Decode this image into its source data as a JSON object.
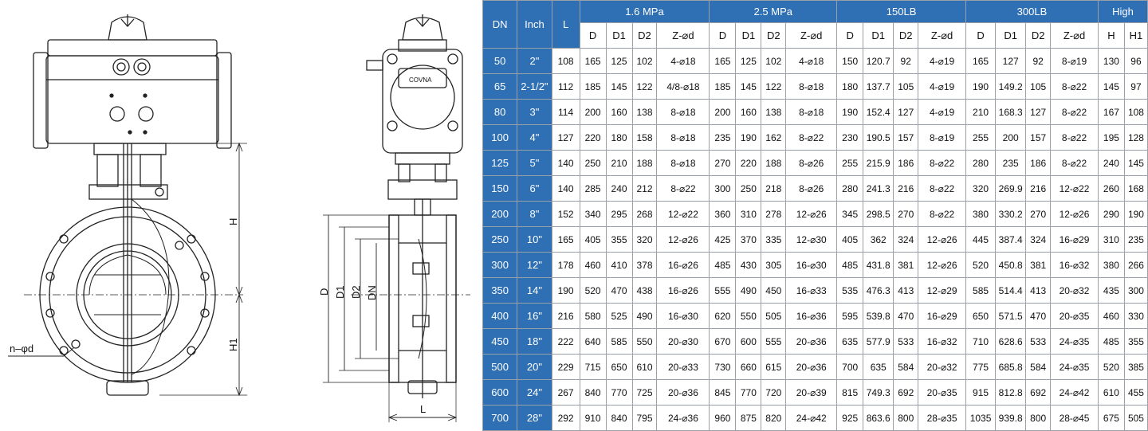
{
  "drawing_labels": {
    "front": {
      "H": "H",
      "H1": "H1",
      "holes": "n–φd"
    },
    "side": {
      "D": "D",
      "D1": "D1",
      "D2": "D2",
      "DN": "DN",
      "L": "L",
      "brand": "COVNA"
    }
  },
  "colors": {
    "header_blue": "#2f6fb4",
    "grid": "#9aa0a8",
    "line": "#222222"
  },
  "table": {
    "header_top": {
      "dn": "DN",
      "inch": "Inch",
      "l": "L",
      "g1": "1.6 MPa",
      "g2": "2.5 MPa",
      "g3": "150LB",
      "g4": "300LB",
      "g5": "High"
    },
    "subheaders": [
      "D",
      "D1",
      "D2",
      "Z-⌀d",
      "D",
      "D1",
      "D2",
      "Z-⌀d",
      "D",
      "D1",
      "D2",
      "Z-⌀d",
      "D",
      "D1",
      "D2",
      "Z-⌀d",
      "H",
      "H1"
    ],
    "rows": [
      [
        "50",
        "2\"",
        "108",
        "165",
        "125",
        "102",
        "4-⌀18",
        "165",
        "125",
        "102",
        "4-⌀18",
        "150",
        "120.7",
        "92",
        "4-⌀19",
        "165",
        "127",
        "92",
        "8-⌀19",
        "130",
        "96"
      ],
      [
        "65",
        "2-1/2\"",
        "112",
        "185",
        "145",
        "122",
        "4/8-⌀18",
        "185",
        "145",
        "122",
        "8-⌀18",
        "180",
        "137.7",
        "105",
        "4-⌀19",
        "190",
        "149.2",
        "105",
        "8-⌀22",
        "145",
        "97"
      ],
      [
        "80",
        "3\"",
        "114",
        "200",
        "160",
        "138",
        "8-⌀18",
        "200",
        "160",
        "138",
        "8-⌀18",
        "190",
        "152.4",
        "127",
        "4-⌀19",
        "210",
        "168.3",
        "127",
        "8-⌀22",
        "167",
        "108"
      ],
      [
        "100",
        "4\"",
        "127",
        "220",
        "180",
        "158",
        "8-⌀18",
        "235",
        "190",
        "162",
        "8-⌀22",
        "230",
        "190.5",
        "157",
        "8-⌀19",
        "255",
        "200",
        "157",
        "8-⌀22",
        "195",
        "128"
      ],
      [
        "125",
        "5\"",
        "140",
        "250",
        "210",
        "188",
        "8-⌀18",
        "270",
        "220",
        "188",
        "8-⌀26",
        "255",
        "215.9",
        "186",
        "8-⌀22",
        "280",
        "235",
        "186",
        "8-⌀22",
        "240",
        "145"
      ],
      [
        "150",
        "6\"",
        "140",
        "285",
        "240",
        "212",
        "8-⌀22",
        "300",
        "250",
        "218",
        "8-⌀26",
        "280",
        "241.3",
        "216",
        "8-⌀22",
        "320",
        "269.9",
        "216",
        "12-⌀22",
        "260",
        "168"
      ],
      [
        "200",
        "8\"",
        "152",
        "340",
        "295",
        "268",
        "12-⌀22",
        "360",
        "310",
        "278",
        "12-⌀26",
        "345",
        "298.5",
        "270",
        "8-⌀22",
        "380",
        "330.2",
        "270",
        "12-⌀26",
        "290",
        "190"
      ],
      [
        "250",
        "10\"",
        "165",
        "405",
        "355",
        "320",
        "12-⌀26",
        "425",
        "370",
        "335",
        "12-⌀30",
        "405",
        "362",
        "324",
        "12-⌀26",
        "445",
        "387.4",
        "324",
        "16-⌀29",
        "310",
        "235"
      ],
      [
        "300",
        "12\"",
        "178",
        "460",
        "410",
        "378",
        "16-⌀26",
        "485",
        "430",
        "305",
        "16-⌀30",
        "485",
        "431.8",
        "381",
        "12-⌀26",
        "520",
        "450.8",
        "381",
        "16-⌀32",
        "380",
        "266"
      ],
      [
        "350",
        "14\"",
        "190",
        "520",
        "470",
        "438",
        "16-⌀26",
        "555",
        "490",
        "450",
        "16-⌀33",
        "535",
        "476.3",
        "413",
        "12-⌀29",
        "585",
        "514.4",
        "413",
        "20-⌀32",
        "435",
        "300"
      ],
      [
        "400",
        "16\"",
        "216",
        "580",
        "525",
        "490",
        "16-⌀30",
        "620",
        "550",
        "505",
        "16-⌀36",
        "595",
        "539.8",
        "470",
        "16-⌀29",
        "650",
        "571.5",
        "470",
        "20-⌀35",
        "460",
        "330"
      ],
      [
        "450",
        "18\"",
        "222",
        "640",
        "585",
        "550",
        "20-⌀30",
        "670",
        "600",
        "555",
        "20-⌀36",
        "635",
        "577.9",
        "533",
        "16-⌀32",
        "710",
        "628.6",
        "533",
        "24-⌀35",
        "485",
        "355"
      ],
      [
        "500",
        "20\"",
        "229",
        "715",
        "650",
        "610",
        "20-⌀33",
        "730",
        "660",
        "615",
        "20-⌀36",
        "700",
        "635",
        "584",
        "20-⌀32",
        "775",
        "685.8",
        "584",
        "24-⌀35",
        "520",
        "385"
      ],
      [
        "600",
        "24\"",
        "267",
        "840",
        "770",
        "725",
        "20-⌀36",
        "845",
        "770",
        "720",
        "20-⌀39",
        "815",
        "749.3",
        "692",
        "20-⌀35",
        "915",
        "812.8",
        "692",
        "24-⌀42",
        "610",
        "455"
      ],
      [
        "700",
        "28\"",
        "292",
        "910",
        "840",
        "795",
        "24-⌀36",
        "960",
        "875",
        "820",
        "24-⌀42",
        "925",
        "863.6",
        "800",
        "28-⌀35",
        "1035",
        "939.8",
        "800",
        "28-⌀45",
        "675",
        "505"
      ]
    ]
  }
}
